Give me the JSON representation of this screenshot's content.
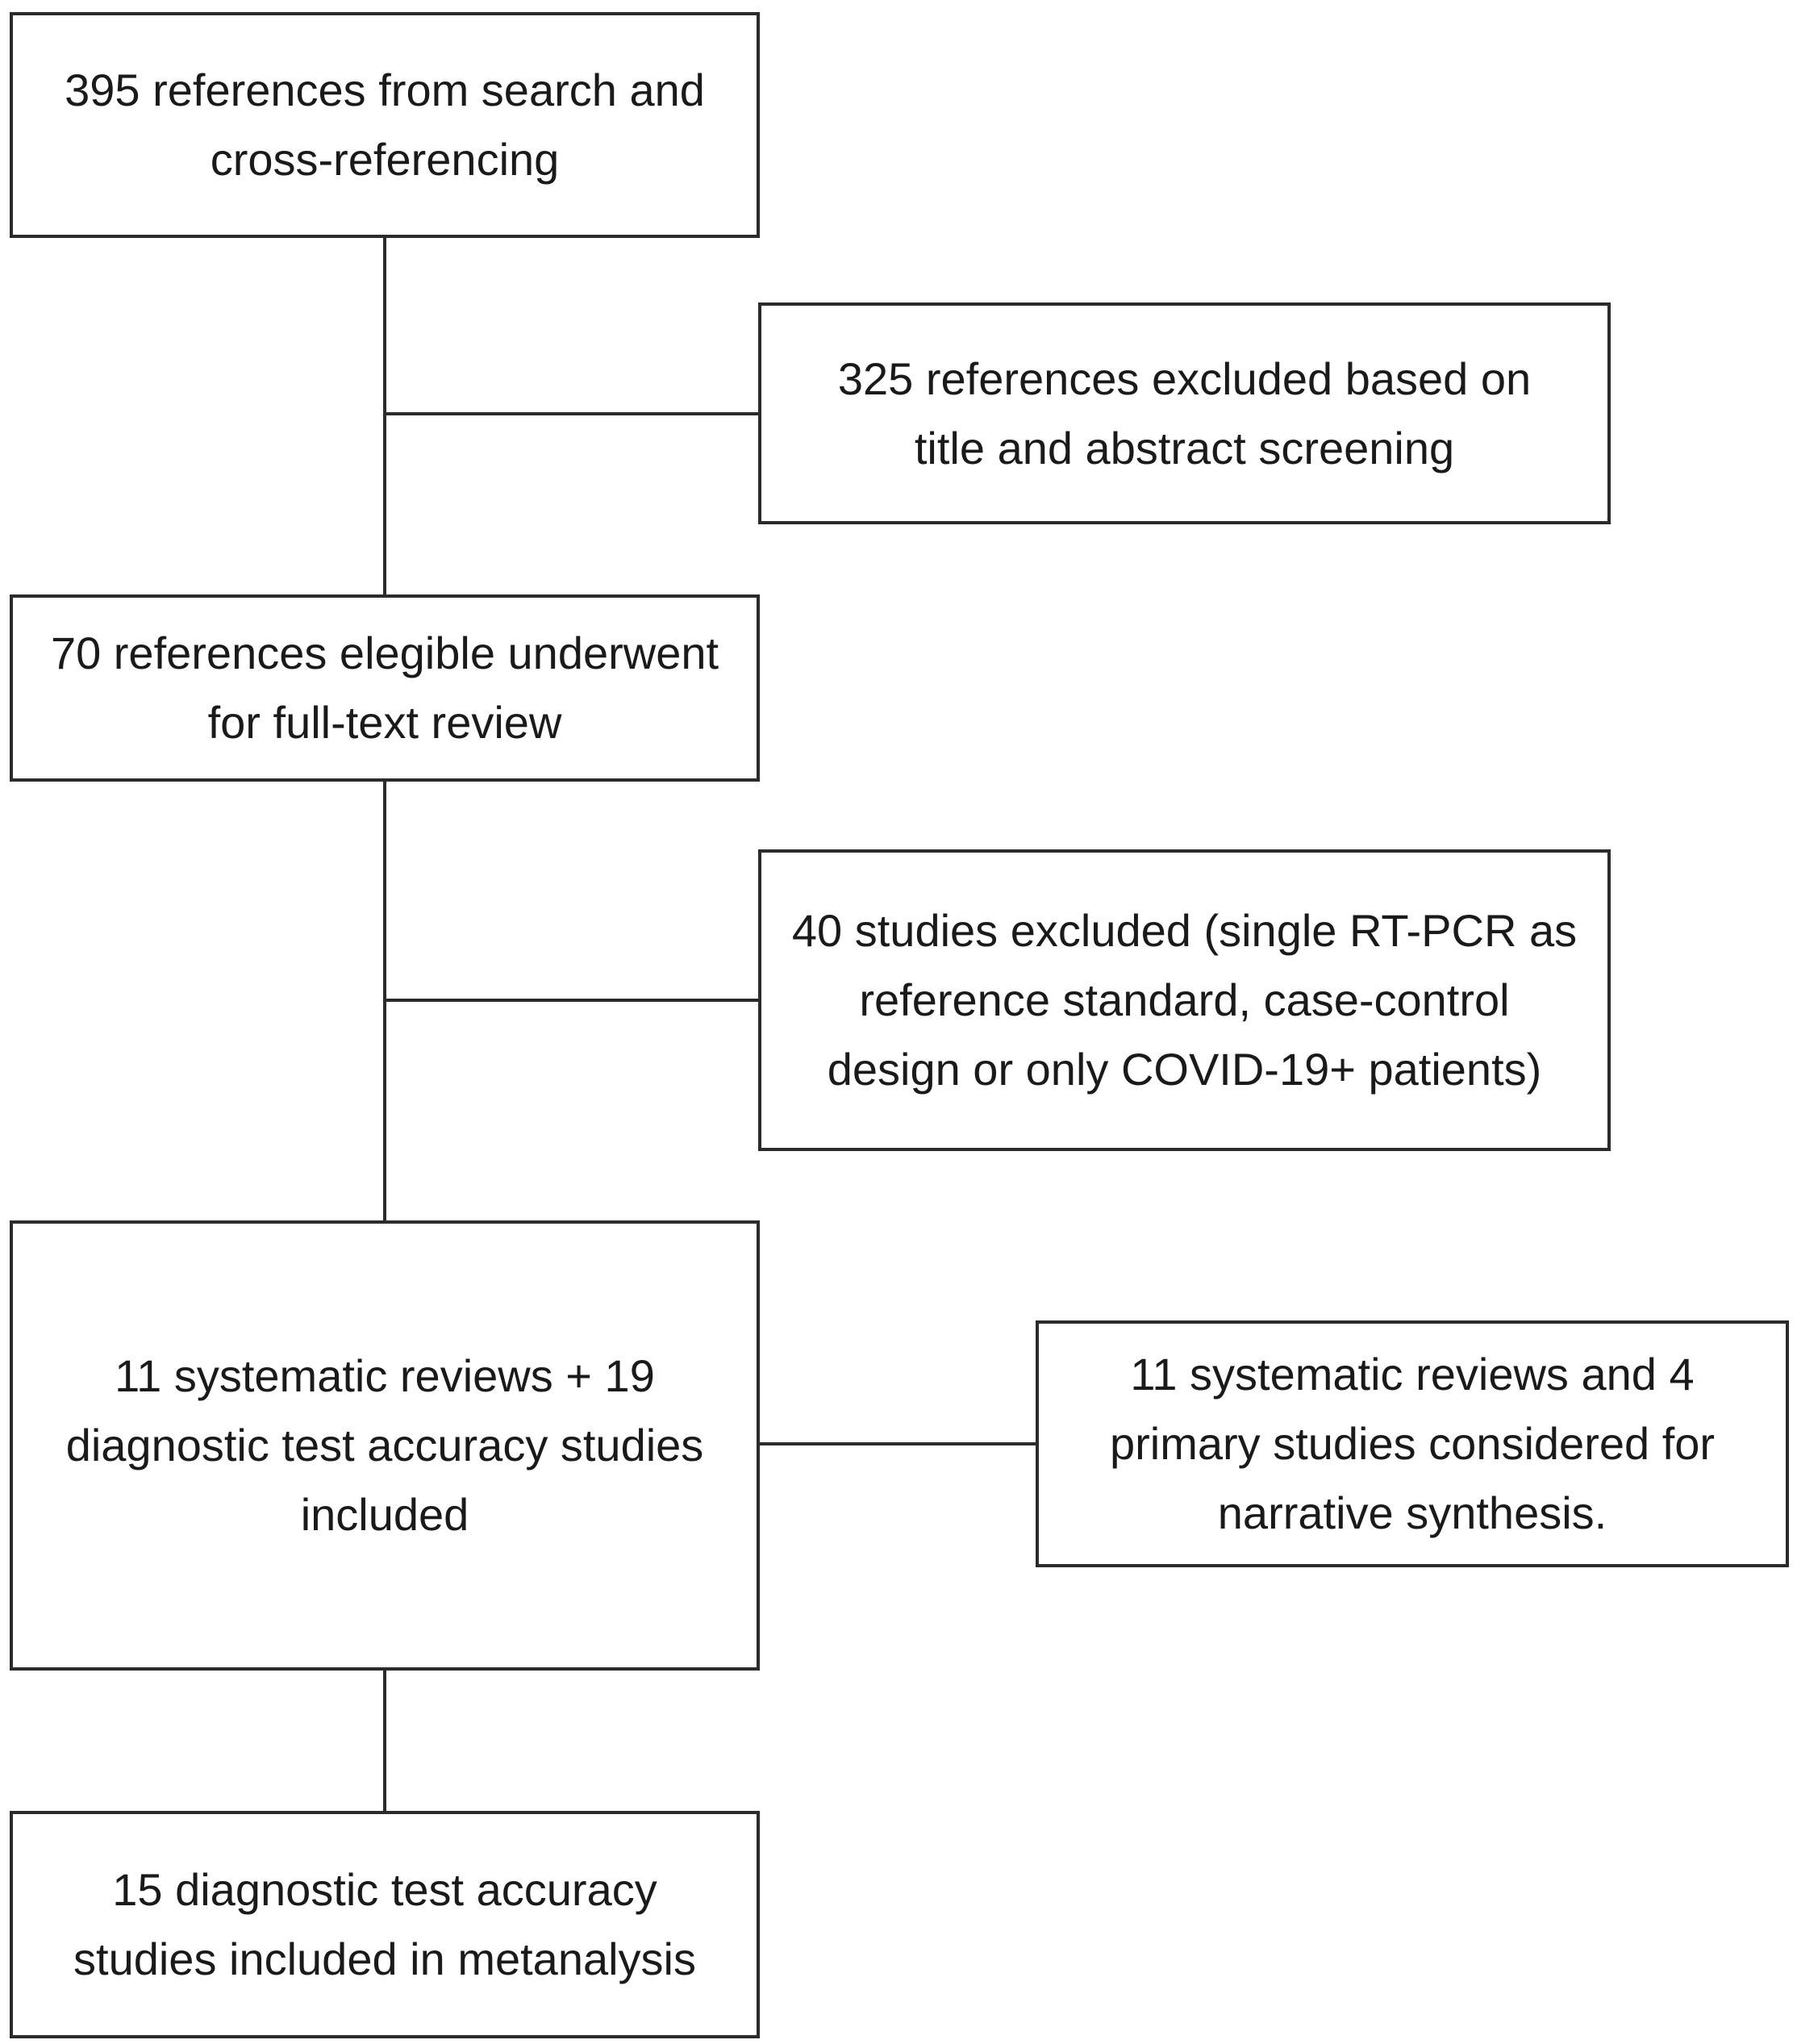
{
  "flowchart": {
    "nodes": [
      {
        "id": "start",
        "text": "395 references from search and\ncross-referencing"
      },
      {
        "id": "excluded_screening",
        "text": "325 references excluded based on\ntitle and abstract screening"
      },
      {
        "id": "full_text",
        "text": "70 references elegible underwent\nfor full-text review"
      },
      {
        "id": "excluded_full_text",
        "text": "40 studies excluded (single RT-PCR as\nreference standard, case-control\ndesign or  only COVID-19+ patients)"
      },
      {
        "id": "included",
        "text": "11 systematic reviews + 19\ndiagnostic test accuracy studies\nincluded"
      },
      {
        "id": "narrative",
        "text": "11 systematic reviews and 4\nprimary studies considered for\nnarrative synthesis."
      },
      {
        "id": "metanalysis",
        "text": "15 diagnostic test accuracy\nstudies included in metanalysis"
      }
    ],
    "edges": [
      {
        "from": "start",
        "to": "full_text"
      },
      {
        "from": "start",
        "to": "excluded_screening"
      },
      {
        "from": "full_text",
        "to": "included"
      },
      {
        "from": "full_text",
        "to": "excluded_full_text"
      },
      {
        "from": "included",
        "to": "narrative"
      },
      {
        "from": "included",
        "to": "metanalysis"
      }
    ],
    "line_color": "#2b2b2b",
    "box_border_color": "#2b2b2b"
  }
}
